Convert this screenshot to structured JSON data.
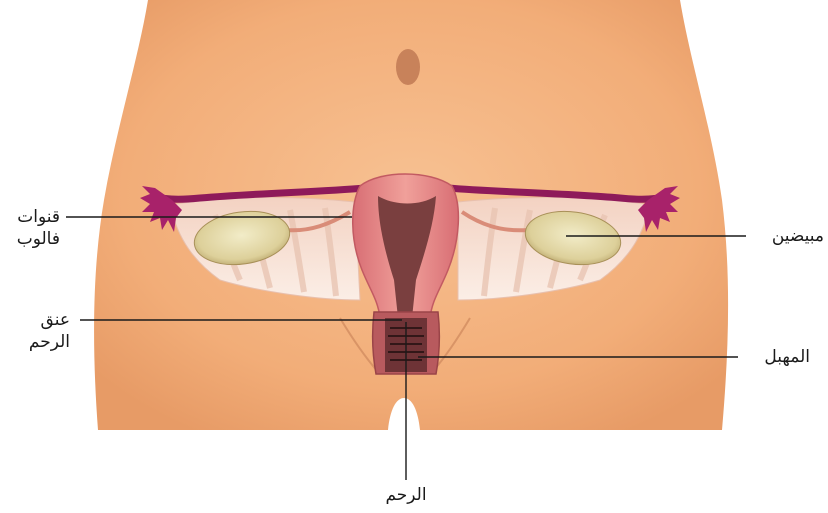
{
  "labels": {
    "fallopian_tubes_line1": "قنوات",
    "fallopian_tubes_line2": "فالوب",
    "ovaries": "مبيضين",
    "cervix_line1": "عنق",
    "cervix_line2": "الرحم",
    "vagina": "المهبل",
    "uterus": "الرحم"
  },
  "colors": {
    "skin": "#f2b07c",
    "tube": "#8e1a5a",
    "ovary": "#e6dcae",
    "uterus": "#e38585",
    "cavity": "#7a3f3f",
    "ligament": "#f7e2d6"
  }
}
